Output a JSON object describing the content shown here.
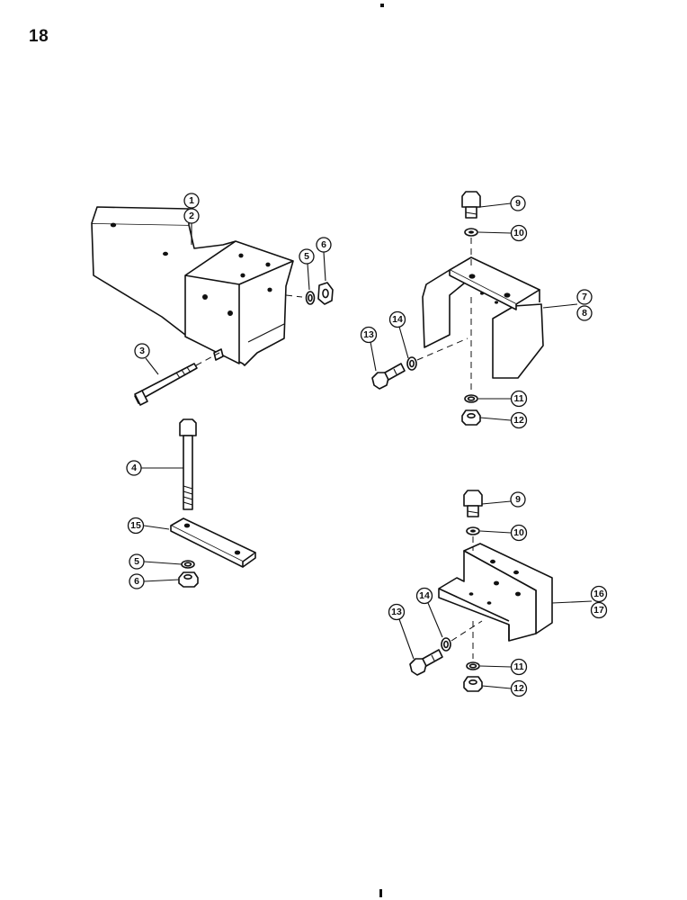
{
  "page": {
    "number": "18"
  },
  "callouts": [
    {
      "id": "c1",
      "label": "1"
    },
    {
      "id": "c2",
      "label": "2"
    },
    {
      "id": "c3",
      "label": "3"
    },
    {
      "id": "c4",
      "label": "4"
    },
    {
      "id": "c5a",
      "label": "5"
    },
    {
      "id": "c6a",
      "label": "6"
    },
    {
      "id": "c5b",
      "label": "5"
    },
    {
      "id": "c6b",
      "label": "6"
    },
    {
      "id": "c15",
      "label": "15"
    },
    {
      "id": "c9a",
      "label": "9"
    },
    {
      "id": "c10a",
      "label": "10"
    },
    {
      "id": "c7",
      "label": "7"
    },
    {
      "id": "c8",
      "label": "8"
    },
    {
      "id": "c13a",
      "label": "13"
    },
    {
      "id": "c14a",
      "label": "14"
    },
    {
      "id": "c11a",
      "label": "11"
    },
    {
      "id": "c12a",
      "label": "12"
    },
    {
      "id": "c9b",
      "label": "9"
    },
    {
      "id": "c10b",
      "label": "10"
    },
    {
      "id": "c16",
      "label": "16"
    },
    {
      "id": "c17",
      "label": "17"
    },
    {
      "id": "c13b",
      "label": "13"
    },
    {
      "id": "c14b",
      "label": "14"
    },
    {
      "id": "c11b",
      "label": "11"
    },
    {
      "id": "c12b",
      "label": "12"
    }
  ]
}
